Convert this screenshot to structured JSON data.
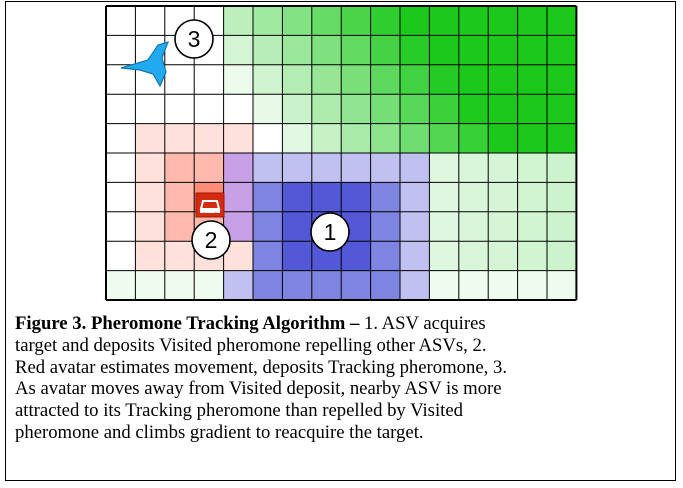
{
  "figure": {
    "markers": [
      {
        "label": "1"
      },
      {
        "label": "2"
      },
      {
        "label": "3"
      }
    ],
    "icons": {
      "asv": "aircraft-icon",
      "avatar": "car-icon"
    },
    "colors": {
      "visited": "#4a4fd4",
      "tracking": "#ff5a3c",
      "attractor": "#1ac91a",
      "grid_line": "#000000"
    }
  },
  "caption": {
    "title": "Figure 3. Pheromone Tracking Algorithm –",
    "body_lines": [
      " 1. ASV acquires",
      "target and deposits Visited pheromone repelling other ASVs, 2.",
      "Red avatar estimates movement, deposits Tracking pheromone, 3.",
      "As avatar moves away from Visited deposit, nearby ASV is more",
      "attracted to its Tracking pheromone than repelled by Visited",
      "pheromone and climbs gradient to reacquire the target."
    ]
  }
}
